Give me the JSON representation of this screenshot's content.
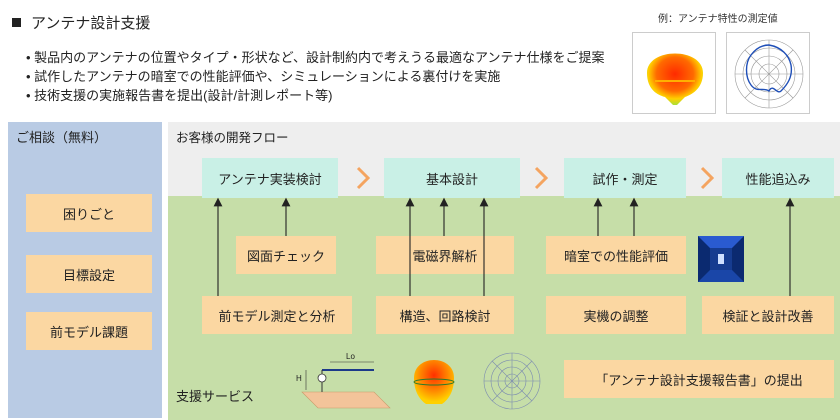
{
  "header": {
    "title": "アンテナ設計支援",
    "bullets": [
      "製品内のアンテナの位置やタイプ・形状など、設計制約内で考えうる最適なアンテナ仕様をご提案",
      "試作したアンテナの暗室での性能評価や、シミュレーションによる裏付けを実施",
      "技術支援の実施報告書を提出(設計/計測レポート等)"
    ],
    "example_label": "例：アンテナ特性の測定値"
  },
  "consult": {
    "title": "ご相談（無料）",
    "items": [
      "困りごと",
      "目標設定",
      "前モデル課題"
    ]
  },
  "flow": {
    "title": "お客様の開発フロー",
    "stages": [
      "アンテナ実装検討",
      "基本設計",
      "試作・測定",
      "性能追込み"
    ]
  },
  "support": {
    "title": "支援サービス",
    "boxes": {
      "drawing_check": "図面チェック",
      "em_analysis": "電磁界解析",
      "darkroom_eval": "暗室での性能評価",
      "prev_model": "前モデル測定と分析",
      "structure": "構造、回路検討",
      "device_adjust": "実機の調整",
      "verify_improve": "検証と設計改善"
    },
    "report": "「アンテナ設計支援報告書」の提出",
    "sketch_labels": {
      "lo": "Lo",
      "h": "H"
    }
  },
  "colors": {
    "consult_bg": "#b9cbe4",
    "flow_bg": "#eeeeee",
    "support_bg": "#c6dea8",
    "stage_fill": "#c9f0e6",
    "box_fill": "#fbd7a2",
    "chevron": "#f4a460"
  }
}
